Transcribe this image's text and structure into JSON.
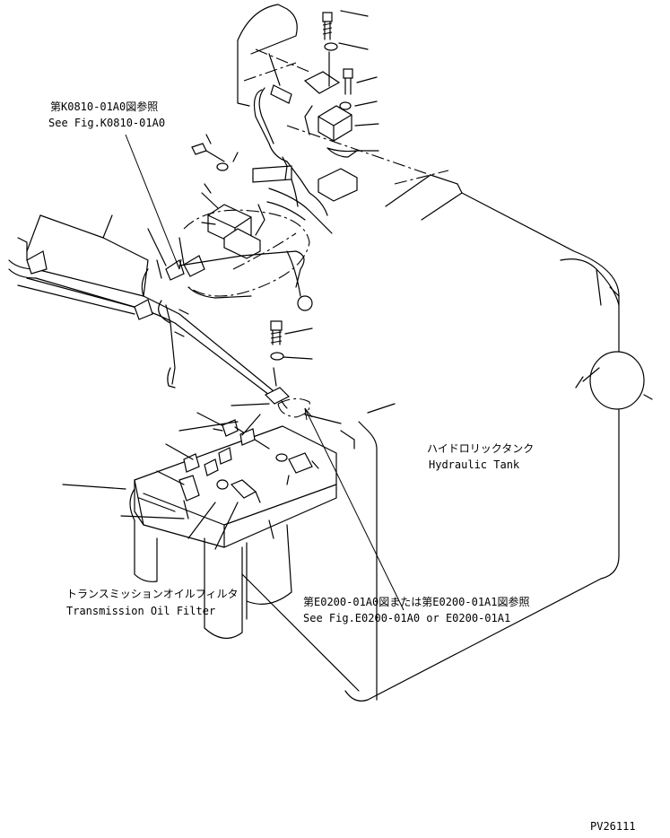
{
  "labels": {
    "ref_k0810_jp": "第K0810-01A0図参照",
    "ref_k0810_en": "See Fig.K0810-01A0",
    "hydraulic_tank_jp": "ハイドロリックタンク",
    "hydraulic_tank_en": "Hydraulic Tank",
    "transmission_filter_jp": "トランスミッションオイルフィルタ",
    "transmission_filter_en": "Transmission Oil Filter",
    "ref_e0200_jp": "第E0200-01A0図または第E0200-01A1図参照",
    "ref_e0200_en": "See Fig.E0200-01A0 or E0200-01A1",
    "drawing_number": "PV26111"
  },
  "colors": {
    "line": "#000000",
    "background": "#ffffff"
  }
}
